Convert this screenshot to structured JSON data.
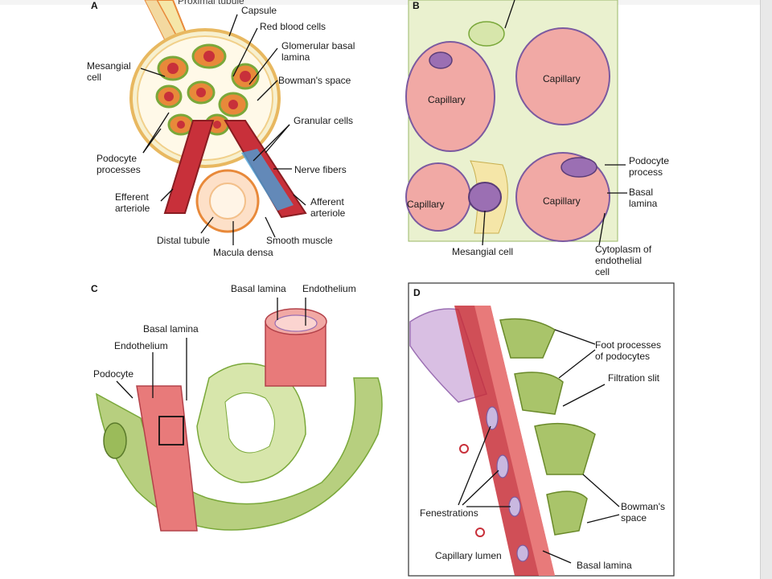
{
  "panels": {
    "a": {
      "letter": "A",
      "top_label": "Proximal tubule",
      "labels": {
        "capsule": "Capsule",
        "rbc": "Red blood cells",
        "gbl": "Glomerular basal\nlamina",
        "mesangial": "Mesangial\ncell",
        "bowman": "Bowman's space",
        "granular": "Granular cells",
        "podocyte": "Podocyte\nprocesses",
        "nerve": "Nerve fibers",
        "efferent": "Efferent\narteriole",
        "afferent": "Afferent\narteriole",
        "distal": "Distal tubule",
        "smooth": "Smooth muscle",
        "macula": "Macula densa"
      }
    },
    "b": {
      "letter": "B",
      "labels": {
        "cap1": "Capillary",
        "cap2": "Capillary",
        "cap3": "Capillary",
        "cap4": "Capillary",
        "podo": "Podocyte\nprocess",
        "basal": "Basal\nlamina",
        "mesangial": "Mesangial cell",
        "cyto": "Cytoplasm of\nendothelial\ncell"
      }
    },
    "c": {
      "letter": "C",
      "labels": {
        "basal_top": "Basal lamina",
        "endo_top": "Endothelium",
        "basal_left": "Basal lamina",
        "endo_left": "Endothelium",
        "podocyte": "Podocyte"
      }
    },
    "d": {
      "letter": "D",
      "labels": {
        "foot": "Foot processes\nof podocytes",
        "slit": "Filtration slit",
        "bowman": "Bowman's\nspace",
        "fen": "Fenestrations",
        "lumen": "Capillary lumen",
        "basal": "Basal lamina"
      }
    }
  },
  "colors": {
    "red": "#c8303a",
    "pink": "#f1a9a5",
    "green": "#b7cf7f",
    "purple": "#9b6fb3",
    "yellow": "#f5e6a8",
    "orange": "#e8893a"
  }
}
